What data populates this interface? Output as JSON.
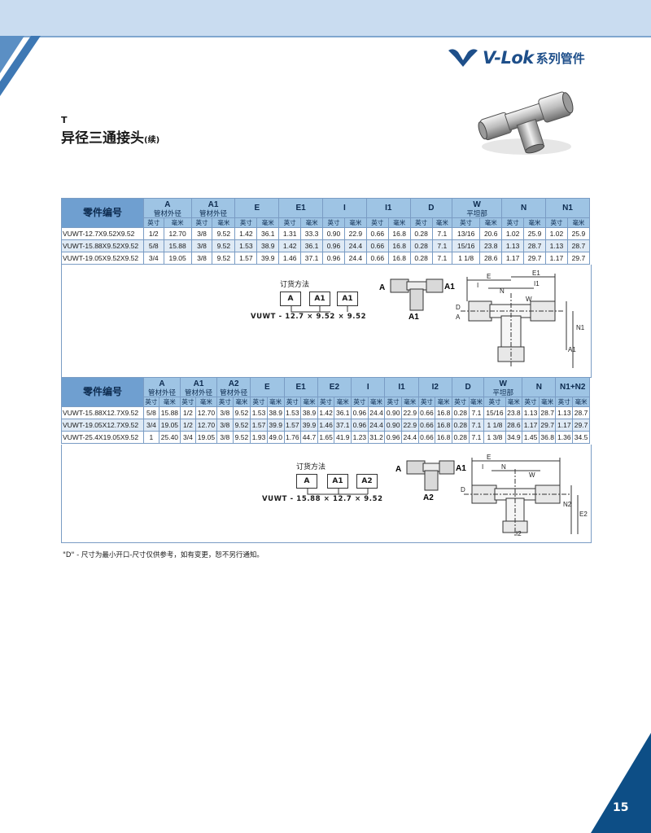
{
  "brand": {
    "name": "V-Lok",
    "series": "系列管件"
  },
  "product": {
    "code": "T",
    "title": "异径三通接头",
    "title_suffix": "(续)"
  },
  "table1": {
    "header": {
      "part": "零件编号",
      "cols": [
        {
          "label": "A",
          "sub": "管材外径"
        },
        {
          "label": "A1",
          "sub": "管材外径"
        },
        {
          "label": "E",
          "sub": ""
        },
        {
          "label": "E1",
          "sub": ""
        },
        {
          "label": "I",
          "sub": ""
        },
        {
          "label": "I1",
          "sub": ""
        },
        {
          "label": "D",
          "sub": ""
        },
        {
          "label": "W",
          "sub": "平坦部"
        },
        {
          "label": "N",
          "sub": ""
        },
        {
          "label": "N1",
          "sub": ""
        }
      ],
      "unit_in": "英寸",
      "unit_mm": "毫米"
    },
    "rows": [
      [
        "VUWT-12.7X9.52X9.52",
        "1/2",
        "12.70",
        "3/8",
        "9.52",
        "1.42",
        "36.1",
        "1.31",
        "33.3",
        "0.90",
        "22.9",
        "0.66",
        "16.8",
        "0.28",
        "7.1",
        "13/16",
        "20.6",
        "1.02",
        "25.9",
        "1.02",
        "25.9"
      ],
      [
        "VUWT-15.88X9.52X9.52",
        "5/8",
        "15.88",
        "3/8",
        "9.52",
        "1.53",
        "38.9",
        "1.42",
        "36.1",
        "0.96",
        "24.4",
        "0.66",
        "16.8",
        "0.28",
        "7.1",
        "15/16",
        "23.8",
        "1.13",
        "28.7",
        "1.13",
        "28.7"
      ],
      [
        "VUWT-19.05X9.52X9.52",
        "3/4",
        "19.05",
        "3/8",
        "9.52",
        "1.57",
        "39.9",
        "1.46",
        "37.1",
        "0.96",
        "24.4",
        "0.66",
        "16.8",
        "0.28",
        "7.1",
        "1 1/8",
        "28.6",
        "1.17",
        "29.7",
        "1.17",
        "29.7"
      ]
    ],
    "order": {
      "label": "订货方法",
      "boxes": [
        "A",
        "A1",
        "A1"
      ],
      "example": "VUWT - 12.7 × 9.52 × 9.52"
    },
    "drawing_labels": {
      "a": "A",
      "a1a": "A1",
      "a1b": "A1"
    }
  },
  "table2": {
    "header": {
      "part": "零件编号",
      "cols": [
        {
          "label": "A",
          "sub": "管材外径"
        },
        {
          "label": "A1",
          "sub": "管材外径"
        },
        {
          "label": "A2",
          "sub": "管材外径"
        },
        {
          "label": "E",
          "sub": ""
        },
        {
          "label": "E1",
          "sub": ""
        },
        {
          "label": "E2",
          "sub": ""
        },
        {
          "label": "I",
          "sub": ""
        },
        {
          "label": "I1",
          "sub": ""
        },
        {
          "label": "I2",
          "sub": ""
        },
        {
          "label": "D",
          "sub": ""
        },
        {
          "label": "W",
          "sub": "平坦部"
        },
        {
          "label": "N",
          "sub": ""
        },
        {
          "label": "N1+N2",
          "sub": ""
        }
      ],
      "unit_in": "英寸",
      "unit_mm": "毫米"
    },
    "rows": [
      [
        "VUWT-15.88X12.7X9.52",
        "5/8",
        "15.88",
        "1/2",
        "12.70",
        "3/8",
        "9.52",
        "1.53",
        "38.9",
        "1.53",
        "38.9",
        "1.42",
        "36.1",
        "0.96",
        "24.4",
        "0.90",
        "22.9",
        "0.66",
        "16.8",
        "0.28",
        "7.1",
        "15/16",
        "23.8",
        "1.13",
        "28.7",
        "1.13",
        "28.7"
      ],
      [
        "VUWT-19.05X12.7X9.52",
        "3/4",
        "19.05",
        "1/2",
        "12.70",
        "3/8",
        "9.52",
        "1.57",
        "39.9",
        "1.57",
        "39.9",
        "1.46",
        "37.1",
        "0.96",
        "24.4",
        "0.90",
        "22.9",
        "0.66",
        "16.8",
        "0.28",
        "7.1",
        "1 1/8",
        "28.6",
        "1.17",
        "29.7",
        "1.17",
        "29.7"
      ],
      [
        "VUWT-25.4X19.05X9.52",
        "1",
        "25.40",
        "3/4",
        "19.05",
        "3/8",
        "9.52",
        "1.93",
        "49.0",
        "1.76",
        "44.7",
        "1.65",
        "41.9",
        "1.23",
        "31.2",
        "0.96",
        "24.4",
        "0.66",
        "16.8",
        "0.28",
        "7.1",
        "1 3/8",
        "34.9",
        "1.45",
        "36.8",
        "1.36",
        "34.5"
      ]
    ],
    "order": {
      "label": "订货方法",
      "boxes": [
        "A",
        "A1",
        "A2"
      ],
      "example": "VUWT - 15.88 × 12.7 × 9.52"
    },
    "drawing_labels": {
      "a": "A",
      "a1": "A1",
      "a2": "A2"
    }
  },
  "dim_labels1": [
    "E",
    "E1",
    "I",
    "I1",
    "N",
    "N1",
    "W",
    "D",
    "A",
    "A1"
  ],
  "dim_labels2": [
    "E",
    "I",
    "N",
    "W",
    "D",
    "N2",
    "E2",
    "I2"
  ],
  "note": "\"D\" - 尺寸为最小开口-尺寸仅供参考，如有变更，恕不另行通知。",
  "page_number": "15",
  "colors": {
    "accent": "#1e4f8a",
    "header": "#9ec4e4",
    "band": "#c9dcf0",
    "corner": "#0d4e86"
  }
}
